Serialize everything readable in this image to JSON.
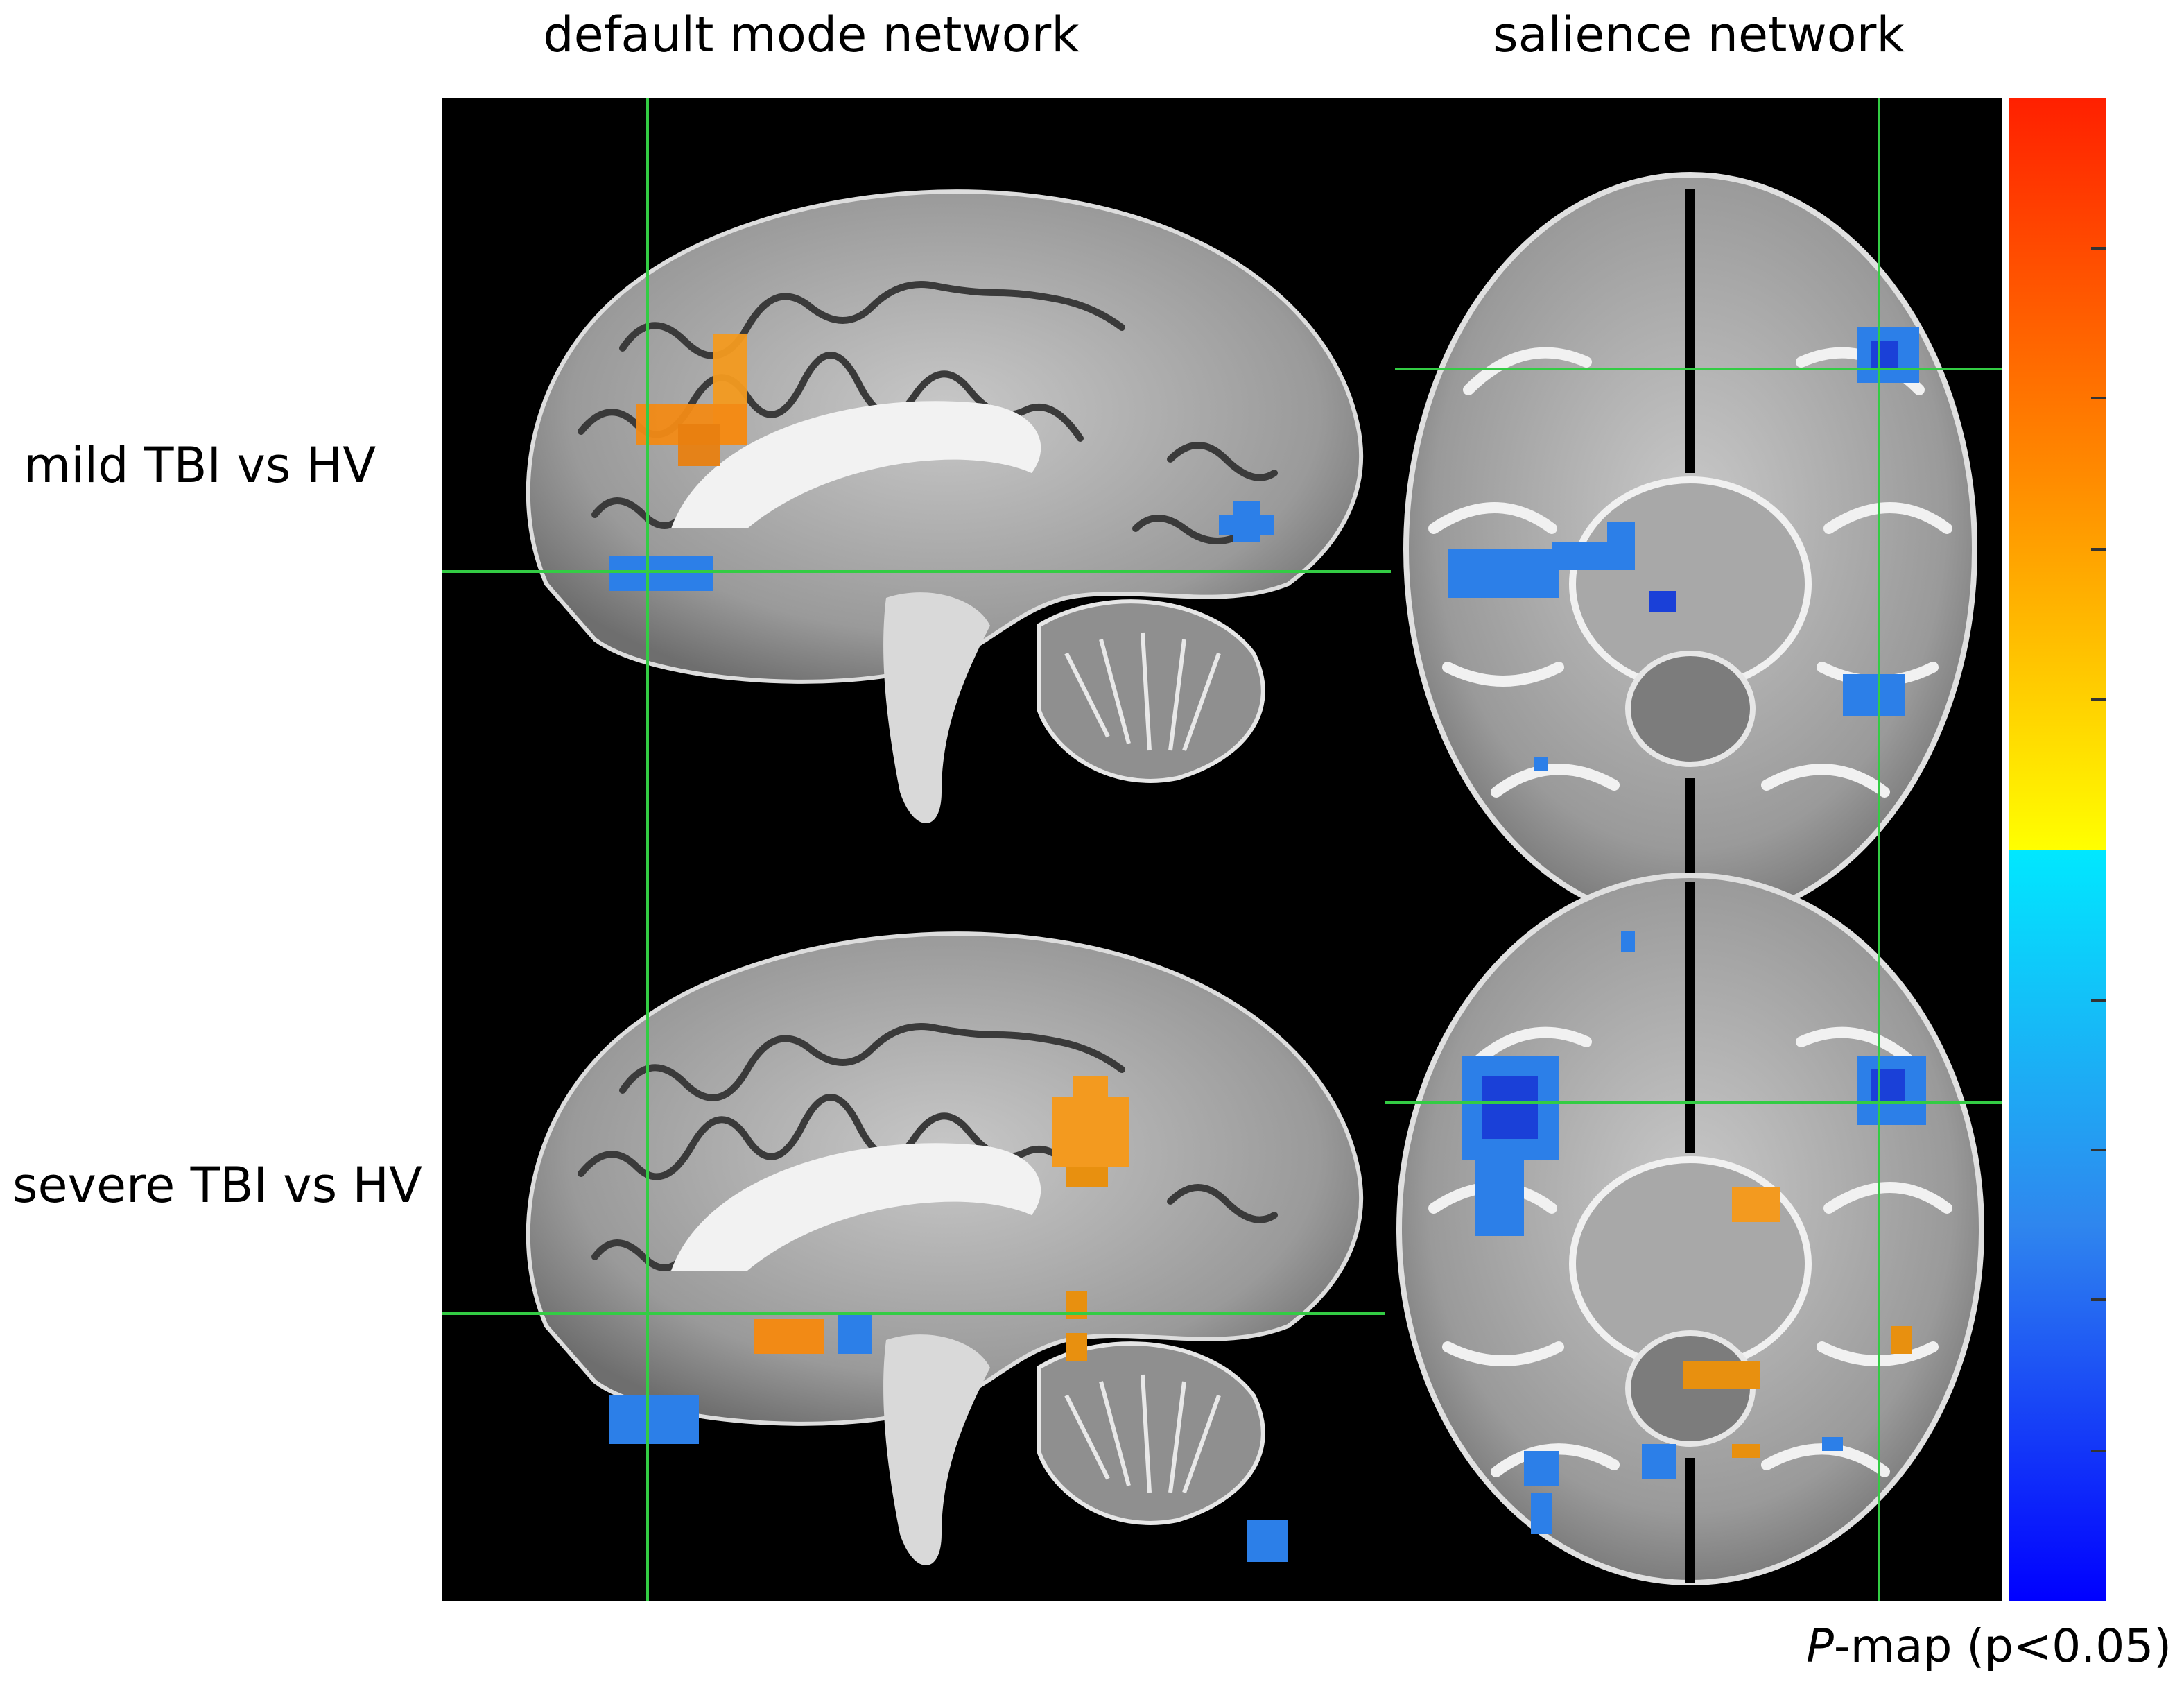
{
  "columns": {
    "dmn": "default mode network",
    "salience": "salience network"
  },
  "rows": {
    "mild": "mild TBI vs HV",
    "severe": "severe TBI vs HV"
  },
  "colorbar": {
    "label_italic": "P",
    "label_rest": "-map (p<0.05)",
    "positive_colors": [
      "#ff2000",
      "#ff8a00",
      "#ffff00"
    ],
    "negative_colors": [
      "#00e8ff",
      "#2f86ee",
      "#0000ff"
    ]
  },
  "overlay_colors": {
    "orange": "#f39a1f",
    "blue": "#2c7fe8",
    "crosshair": "#33cc44"
  }
}
